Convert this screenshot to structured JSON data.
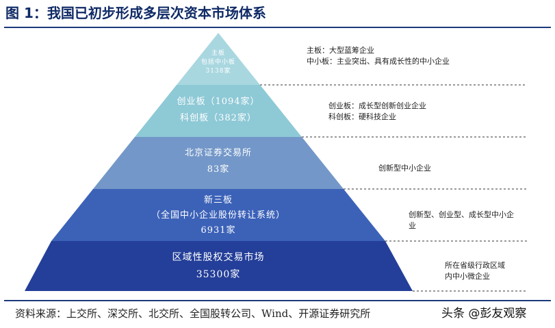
{
  "title": "图 1：我国已初步形成多层次资本市场体系",
  "tiers": [
    {
      "lines": [
        "主板",
        "包括中小板",
        "3138家"
      ],
      "color": "#a9d7e0",
      "description": [
        "主板：大型蓝筹企业",
        "中小板：主业突出、具有成长性的中小企业"
      ]
    },
    {
      "lines": [
        "创业板（1094家）",
        "科创板（382家）"
      ],
      "color": "#8ec9d6",
      "description": [
        "创业板：成长型创新创业企业",
        "科创板：硬科技企业"
      ]
    },
    {
      "lines": [
        "北京证券交易所",
        "83家"
      ],
      "color": "#7397c8",
      "description": [
        "创新型中小企业"
      ]
    },
    {
      "lines": [
        "新三板",
        "（全国中小企业股份转让系统）",
        "6931家"
      ],
      "color": "#3c62b8",
      "description": [
        "创新型、创业型、成长型中小企",
        "业"
      ]
    },
    {
      "lines": [
        "区域性股权交易市场",
        "35300家"
      ],
      "color": "#243f99",
      "description": [
        "所在省级行政区域",
        "内中小微企业"
      ]
    }
  ],
  "source": "资料来源：上交所、深交所、北交所、全国股转公司、Wind、开源证券研究所",
  "watermark": "头条 @彭友观察"
}
